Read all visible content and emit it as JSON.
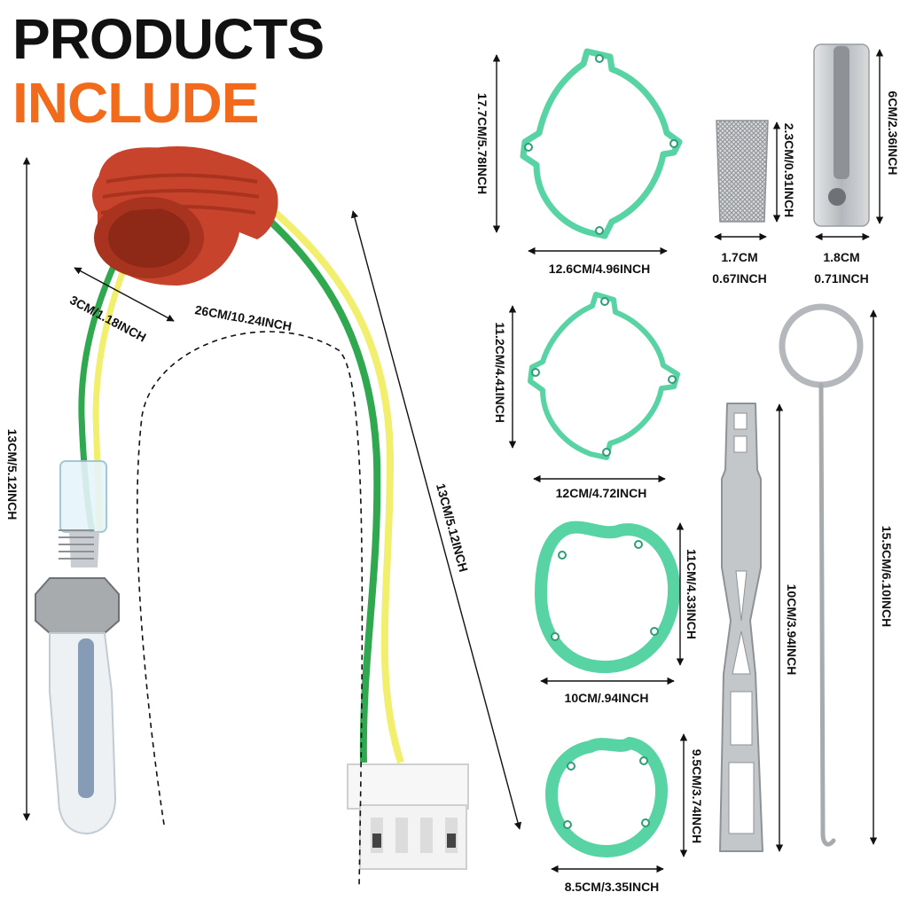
{
  "title": {
    "line1": "PRODUCTS",
    "line2": "INCLUDE",
    "line2_color": "#F26B1D"
  },
  "colors": {
    "gasket": "#57D3A4",
    "gasket_stroke": "#2E9E78",
    "boot": "#C8432B",
    "wire_yellow": "#F2EE6E",
    "wire_green": "#2FA84F",
    "metal": "#B9BCBF"
  },
  "dimensions": {
    "harness_height": "13CM/5.12INCH",
    "boot_width": "3CM/1.18INCH",
    "wire_length": "26CM/10.24INCH",
    "connector_lead": "13CM/5.12INCH",
    "gasket1_height": "17.7CM/5.78INCH",
    "gasket1_width": "12.6CM/4.96INCH",
    "screen_height": "2.3CM/0.91INCH",
    "screen_width_cm": "1.7CM",
    "screen_width_in": "0.67INCH",
    "tube_height": "6CM/2.36INCH",
    "tube_width_cm": "1.8CM",
    "tube_width_in": "0.71INCH",
    "gasket2_height": "11.2CM/4.41INCH",
    "gasket2_width": "12CM/4.72INCH",
    "gasket3_height": "11CM/4.33INCH",
    "gasket3_width": "10CM/.94INCH",
    "gasket4_height": "9.5CM/3.74INCH",
    "gasket4_width": "8.5CM/3.35INCH",
    "tool_height": "10CM/3.94INCH",
    "hook_height": "15.5CM/6.10INCH"
  }
}
